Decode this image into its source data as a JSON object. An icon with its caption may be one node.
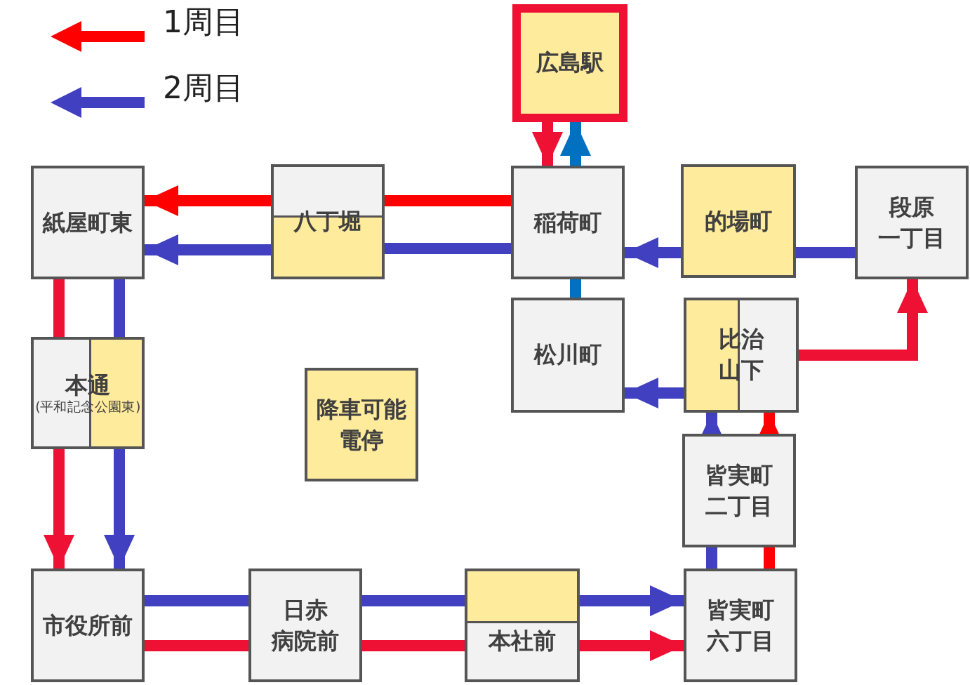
{
  "diagram": {
    "nodes": [
      {
        "text": [
          "広島駅"
        ]
      },
      {
        "text": [
          "紙屋町東"
        ]
      },
      {
        "text": [
          "八丁堀"
        ]
      },
      {
        "text": [
          "稲荷町"
        ]
      },
      {
        "text": [
          "的場町"
        ]
      },
      {
        "text": [
          "段原一丁目"
        ]
      },
      {
        "text": [
          "本通",
          "(平和記念公園東)"
        ]
      },
      {
        "text": [
          "降車可能電停"
        ]
      },
      {
        "text": [
          "松川町"
        ]
      },
      {
        "text": [
          "比治山下"
        ]
      },
      {
        "text": [
          "皆実町二丁目"
        ]
      },
      {
        "text": [
          "市役所前"
        ]
      },
      {
        "text": [
          "日赤病院前"
        ]
      },
      {
        "text": [
          "本社前"
        ]
      },
      {
        "text": [
          "皆実町六丁目"
        ]
      }
    ],
    "edges": [
      {
        "from": 0,
        "to": 3,
        "arrow": "to",
        "color": "#ee1133"
      },
      {
        "from": 3,
        "to": 2,
        "arrow": "none",
        "color": "#ff0000"
      },
      {
        "from": 2,
        "to": 1,
        "arrow": "to",
        "color": "#ff0000"
      },
      {
        "from": 1,
        "to": 6,
        "arrow": "none",
        "color": "#ee1133"
      },
      {
        "from": 6,
        "to": 11,
        "arrow": "to",
        "color": "#ee1133"
      },
      {
        "from": 11,
        "to": 12,
        "arrow": "none",
        "color": "#ee1133"
      },
      {
        "from": 12,
        "to": 13,
        "arrow": "none",
        "color": "#ee1133"
      },
      {
        "from": 13,
        "to": 14,
        "arrow": "to",
        "color": "#ee1133"
      },
      {
        "from": 14,
        "to": 10,
        "arrow": "none",
        "color": "#ff0000"
      },
      {
        "from": 10,
        "to": 9,
        "arrow": "to",
        "color": "#ff0000"
      },
      {
        "from": 9,
        "to": 5,
        "arrow": "to",
        "color": "#ee1133"
      },
      {
        "from": 5,
        "to": 4,
        "arrow": "none"
      },
      {
        "from": 4,
        "to": 3,
        "arrow": "to"
      },
      {
        "from": 3,
        "to": 2,
        "arrow": "none"
      },
      {
        "from": 2,
        "to": 1,
        "arrow": "to"
      },
      {
        "from": 1,
        "to": 6,
        "arrow": "none"
      },
      {
        "from": 6,
        "to": 11,
        "arrow": "to"
      },
      {
        "from": 11,
        "to": 12,
        "arrow": "none"
      },
      {
        "from": 12,
        "to": 13,
        "arrow": "none"
      },
      {
        "from": 13,
        "to": 14,
        "arrow": "to"
      },
      {
        "from": 14,
        "to": 10,
        "arrow": "none"
      },
      {
        "from": 10,
        "to": 9,
        "arrow": "to"
      },
      {
        "from": 9,
        "to": 8,
        "arrow": "to"
      },
      {
        "from": 8,
        "to": 3,
        "arrow": "none",
        "color": "#0070c0"
      },
      {
        "from": 3,
        "to": 0,
        "arrow": "to",
        "color": "#0070c0"
      }
    ],
    "legend": [
      {
        "text": "1周目",
        "color": "#ff0000"
      },
      {
        "text": "2周目",
        "color": "#4040c0"
      }
    ]
  }
}
